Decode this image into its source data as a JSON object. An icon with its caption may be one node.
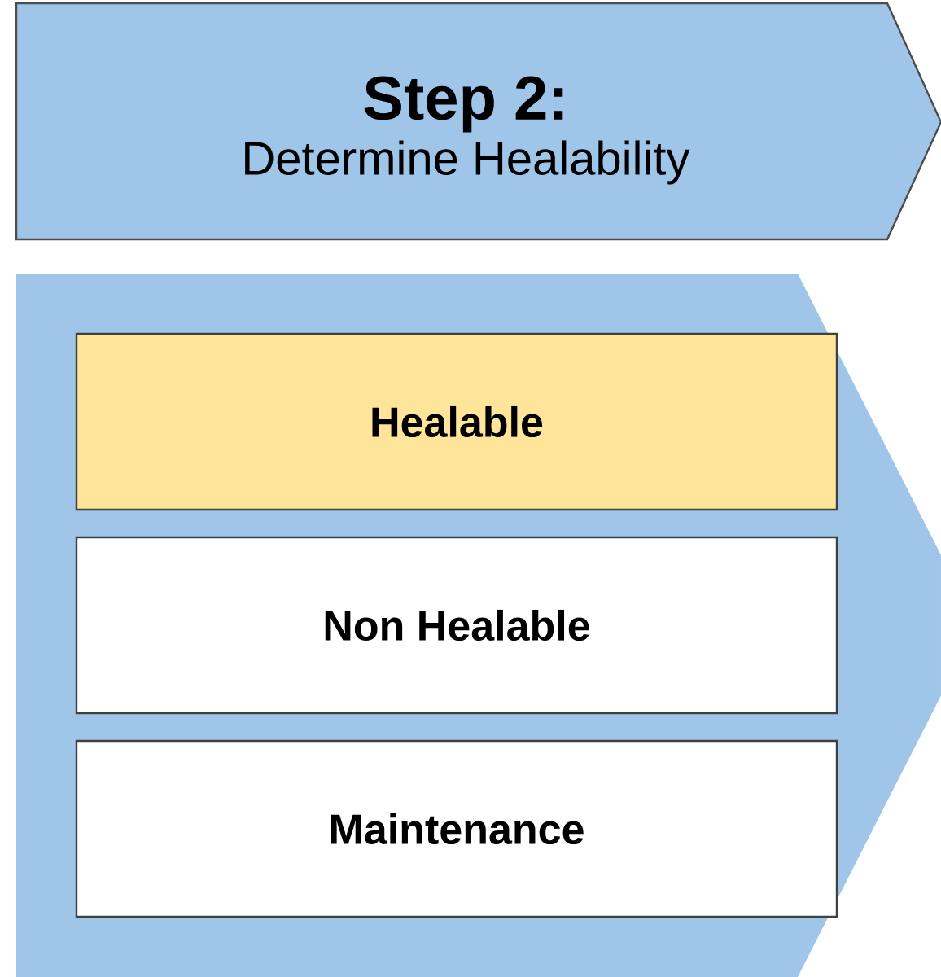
{
  "diagram": {
    "nodes": [
      {
        "text": [
          "Step 2:",
          "Determine Healability"
        ]
      },
      {
        "text": [],
        "shape": "chevron"
      },
      {
        "text": [
          "Healable"
        ],
        "in": 1
      },
      {
        "text": [
          "Non Healable"
        ],
        "in": 1
      },
      {
        "text": [
          "Maintenance"
        ],
        "in": 1
      }
    ]
  }
}
